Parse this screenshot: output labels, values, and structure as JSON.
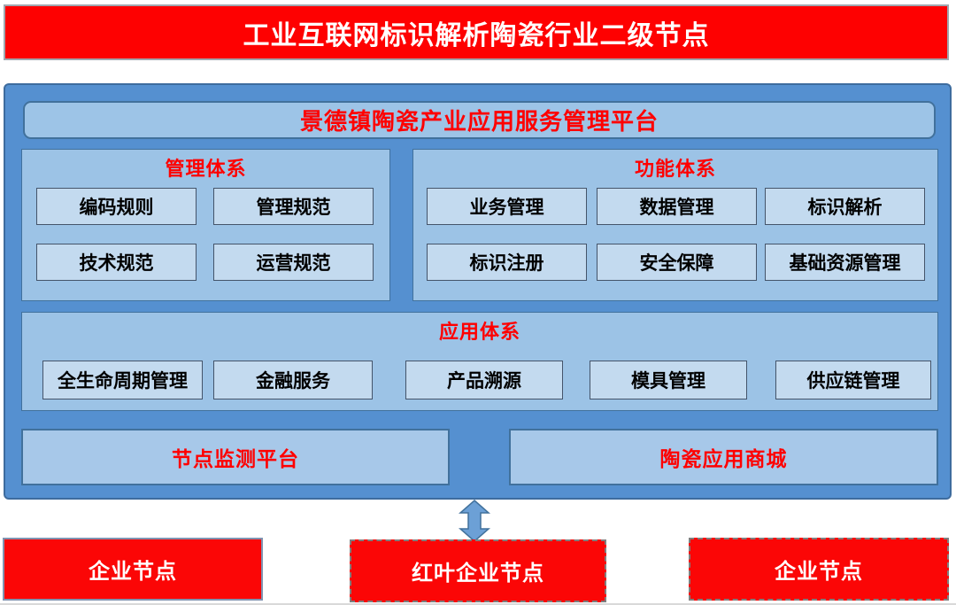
{
  "banner": {
    "title": "工业互联网标识解析陶瓷行业二级节点"
  },
  "platform": {
    "title": "景德镇陶瓷产业应用服务管理平台",
    "management": {
      "title": "管理体系",
      "items": [
        {
          "label": "编码规则"
        },
        {
          "label": "管理规范"
        },
        {
          "label": "技术规范"
        },
        {
          "label": "运营规范"
        }
      ]
    },
    "functions": {
      "title": "功能体系",
      "items": [
        {
          "label": "业务管理"
        },
        {
          "label": "数据管理"
        },
        {
          "label": "标识解析"
        },
        {
          "label": "标识注册"
        },
        {
          "label": "安全保障"
        },
        {
          "label": "基础资源管理"
        }
      ]
    },
    "application": {
      "title": "应用体系",
      "items": [
        {
          "label": "全生命周期管理"
        },
        {
          "label": "金融服务"
        },
        {
          "label": "产品溯源"
        },
        {
          "label": "模具管理"
        },
        {
          "label": "供应链管理"
        }
      ]
    },
    "node_monitor_label": "节点监测平台",
    "ceramic_mall_label": "陶瓷应用商城"
  },
  "connector": {
    "icon": "vertical-double-arrow"
  },
  "enterprise_nodes": [
    {
      "label": "企业节点"
    },
    {
      "label": "红叶企业节点"
    },
    {
      "label": "企业节点"
    }
  ],
  "colors": {
    "banner_red": "#FE0101",
    "node_red": "#FB0606",
    "title_red": "#FF0000",
    "container_blue": "#5590D0",
    "panel_blue": "#9CC3E6",
    "box_blue": "#C3DAEF",
    "border_blue": "#41719C"
  }
}
